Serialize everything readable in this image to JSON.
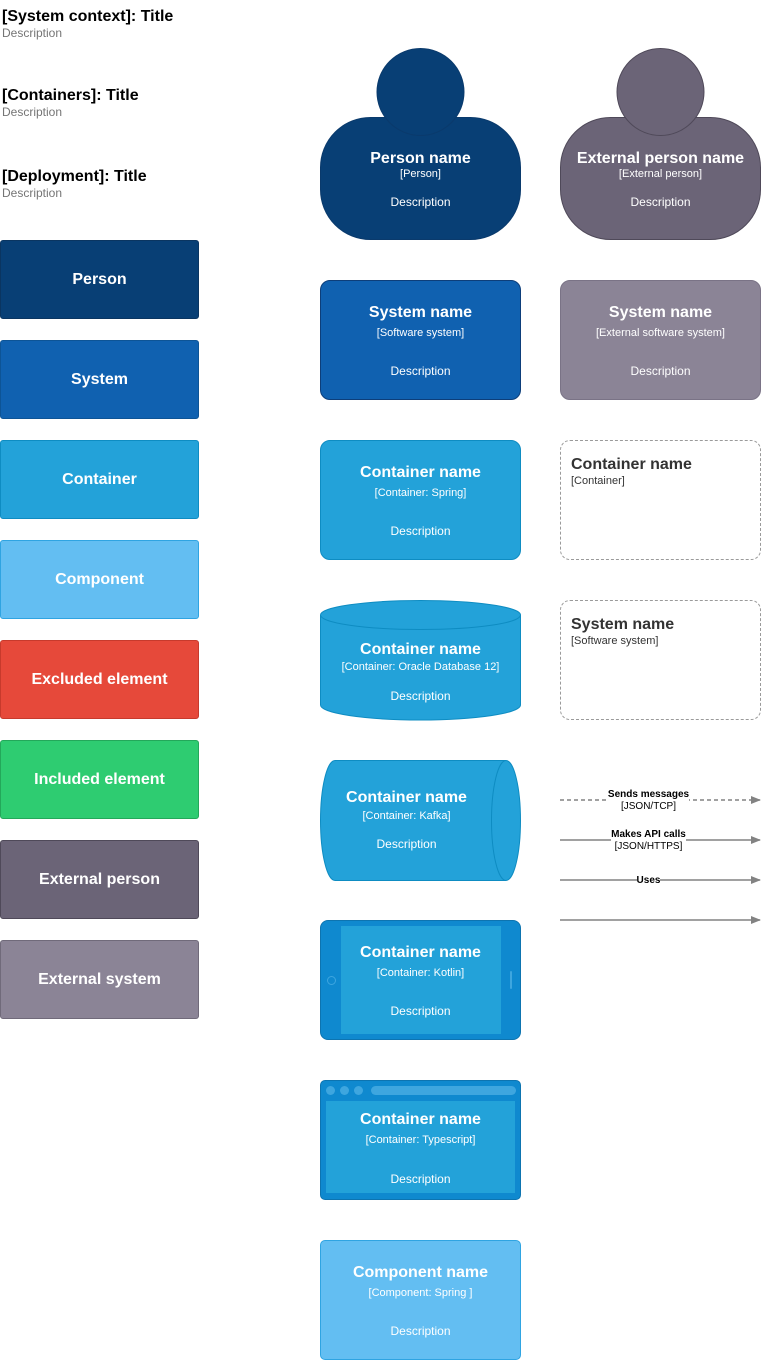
{
  "titles": [
    {
      "title": "[System context]: Title",
      "desc": "Description"
    },
    {
      "title": "[Containers]: Title",
      "desc": "Description"
    },
    {
      "title": "[Deployment]: Title",
      "desc": "Description"
    }
  ],
  "legend": [
    {
      "label": "Person",
      "color": "#083F75"
    },
    {
      "label": "System",
      "color": "#1061B0"
    },
    {
      "label": "Container",
      "color": "#23A2D9"
    },
    {
      "label": "Component",
      "color": "#63BEF2"
    },
    {
      "label": "Excluded element",
      "color": "#E6493A"
    },
    {
      "label": "Included element",
      "color": "#2ECC71"
    },
    {
      "label": "External person",
      "color": "#6B6477"
    },
    {
      "label": "External system",
      "color": "#8B8496"
    }
  ],
  "person": {
    "name": "Person name",
    "tech": "[Person]",
    "desc": "Description"
  },
  "ext_person": {
    "name": "External person name",
    "tech": "[External person]",
    "desc": "Description"
  },
  "system": {
    "name": "System name",
    "tech": "[Software system]",
    "desc": "Description"
  },
  "ext_system": {
    "name": "System name",
    "tech": "[External software system]",
    "desc": "Description"
  },
  "container": {
    "name": "Container name",
    "tech": "[Container: Spring]",
    "desc": "Description"
  },
  "boundary_container": {
    "name": "Container name",
    "tech": "[Container]"
  },
  "database": {
    "name": "Container name",
    "tech": "[Container: Oracle Database 12]",
    "desc": "Description"
  },
  "boundary_system": {
    "name": "System name",
    "tech": "[Software system]"
  },
  "queue": {
    "name": "Container name",
    "tech": "[Container: Kafka]",
    "desc": "Description"
  },
  "mobile": {
    "name": "Container name",
    "tech": "[Container: Kotlin]",
    "desc": "Description"
  },
  "web": {
    "name": "Container name",
    "tech": "[Container: Typescript]",
    "desc": "Description"
  },
  "component": {
    "name": "Component name",
    "tech": "[Component: Spring ]",
    "desc": "Description"
  },
  "relations": [
    {
      "label": "Sends messages",
      "tech": "[JSON/TCP]"
    },
    {
      "label": "Makes API calls",
      "tech": "[JSON/HTTPS]"
    },
    {
      "label": "Uses",
      "tech": ""
    },
    {
      "label": "",
      "tech": ""
    }
  ]
}
